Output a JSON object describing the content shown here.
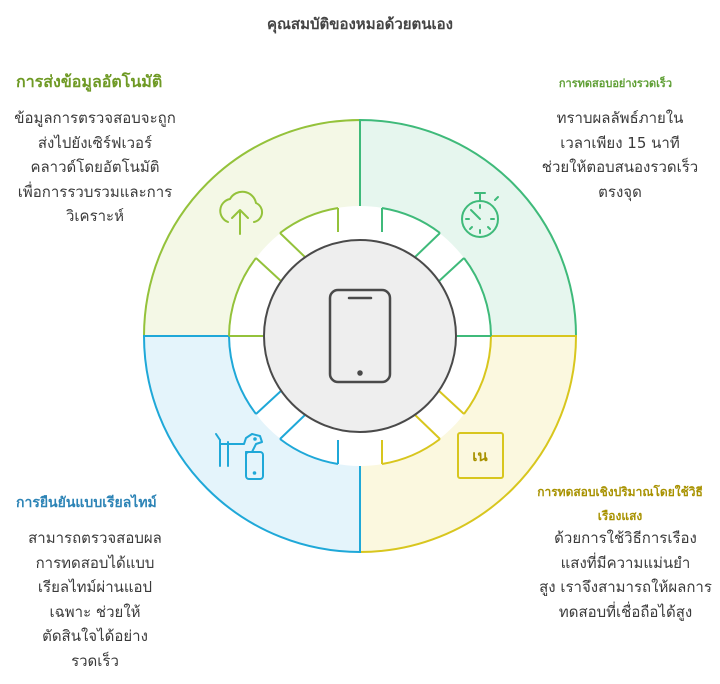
{
  "title": "คุณสมบัติของหมอด้วยตนเอง",
  "sections": {
    "top_left": {
      "heading": "การส่งข้อมูลอัตโนมัติ",
      "body_lines": [
        "ข้อมูลการตรวจสอบจะถูก",
        "ส่งไปยังเซิร์ฟเวอร์",
        "คลาวด์โดยอัตโนมัติ",
        "เพื่อการรวบรวมและการ",
        "วิเคราะห์"
      ],
      "icon": "cloud-upload-icon"
    },
    "top_right": {
      "heading": "การทดสอบอย่างรวดเร็ว",
      "body_lines": [
        "ทราบผลลัพธ์ภายใน",
        "เวลาเพียง 15 นาที",
        "ช่วยให้ตอบสนองรวดเร็ว",
        "ตรงจุด"
      ],
      "icon": "stopwatch-icon"
    },
    "bottom_left": {
      "heading": "การยืนยันแบบเรียลไทม์",
      "body_lines": [
        "สามารถตรวจสอบผล",
        "การทดสอบได้แบบ",
        "เรียลไทม์ผ่านแอป",
        "เฉพาะ ช่วยให้",
        "ตัดสินใจได้อย่าง",
        "รวดเร็ว"
      ],
      "icon": "dog-phone-icon"
    },
    "bottom_right": {
      "heading_lines": [
        "การทดสอบเชิงปริมาณโดยใช้วิธี",
        "เรืองแสง"
      ],
      "body_lines": [
        "ด้วยการใช้วิธีการเรือง",
        "แสงที่มีความแม่นยำ",
        "สูง เราจึงสามารถให้ผลการ",
        "ทดสอบที่เชื่อถือได้สูง"
      ],
      "icon_text": "เน"
    }
  },
  "center_icon": "smartphone-icon",
  "colors": {
    "top_left_fill": "#f4f8e6",
    "top_left_stroke": "#94c23b",
    "top_right_fill": "#e6f6ee",
    "top_right_stroke": "#3fba7a",
    "bottom_left_fill": "#e4f4fb",
    "bottom_left_stroke": "#1fa8d8",
    "bottom_right_fill": "#fbf8df",
    "bottom_right_stroke": "#d8c61e",
    "center_fill": "#eeeeee",
    "center_stroke": "#4a4a4a"
  }
}
